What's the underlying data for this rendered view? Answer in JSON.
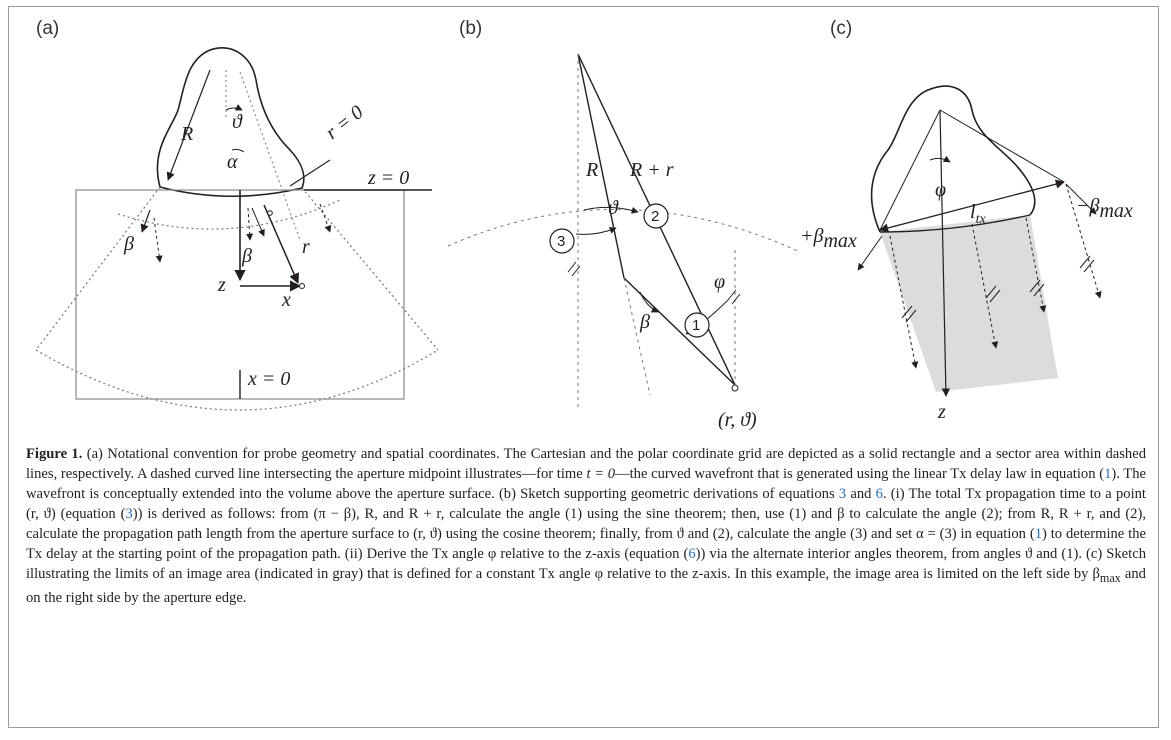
{
  "figure": {
    "panel_a": {
      "label": "(a)",
      "R": "R",
      "theta": "ϑ",
      "alpha": "α",
      "r_eq": "r = 0",
      "z_eq": "z = 0",
      "beta1": "β",
      "beta2": "β",
      "r": "r",
      "z": "z",
      "x": "x",
      "x_eq": "x = 0"
    },
    "panel_b": {
      "label": "(b)",
      "R": "R",
      "R_plus_r": "R + r",
      "theta": "ϑ",
      "circle2": "2",
      "circle3": "3",
      "circle1": "1",
      "phi": "φ",
      "beta": "β",
      "point": "(r, ϑ)"
    },
    "panel_c": {
      "label": "(c)",
      "phi": "φ",
      "ltx": "l",
      "ltx_sub": "tx",
      "plus_beta": "+β",
      "plus_beta_sub": "max",
      "minus_beta": "−β",
      "minus_beta_sub": "max",
      "z": "z"
    }
  },
  "caption": {
    "fig_label": "Figure 1.",
    "s1": " (a) Notational convention for probe geometry and spatial coordinates. The Cartesian and the polar coordinate grid are depicted as a solid rectangle and a sector area within dashed lines, respectively. A dashed curved line intersecting the aperture midpoint illustrates—for time ",
    "t0": "t = 0",
    "s2": "—the curved wavefront that is generated using the linear Tx delay law in equation (",
    "ref1a": "1",
    "s3": "). The wavefront is conceptually extended into the volume above the aperture surface. (b) Sketch supporting geometric derivations of equations ",
    "ref3": "3",
    "s4": " and ",
    "ref6": "6",
    "s5": ". (i) The total Tx propagation time to a point (r, ϑ) (equation (",
    "ref3b": "3",
    "s6": ")) is derived as follows: from (π − β), R, and R + r, calculate the angle (1) using the sine theorem; then, use (1) and β to calculate the angle (2); from R, R + r, and (2), calculate the propagation path length from the aperture surface to (r, ϑ) using the cosine theorem; finally, from ϑ and (2), calculate the angle (3) and set α = (3) in equation (",
    "ref1b": "1",
    "s7": ") to determine the Tx delay at the starting point of the propagation path. (ii) Derive the Tx angle φ relative to the z-axis (equation (",
    "ref6b": "6",
    "s8": ")) via the alternate interior angles theorem, from angles ϑ and (1). (c) Sketch illustrating the limits of an image area (indicated in gray) that is defined for a constant Tx angle φ relative to the z-axis. In this example, the image area is limited on the left side by β",
    "s8_sub": "max",
    "s9": " and on the right side by the aperture edge."
  }
}
